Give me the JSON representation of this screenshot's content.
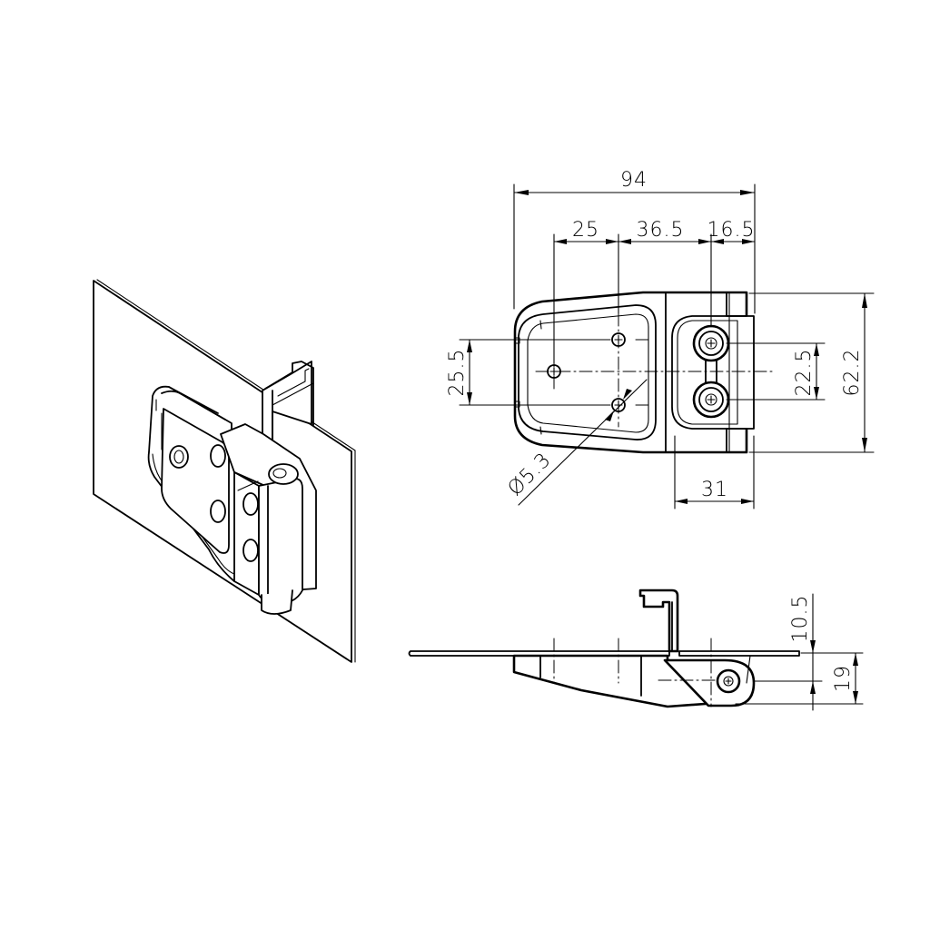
{
  "drawing": {
    "subject": "Hinge assembly technical drawing",
    "views": [
      "isometric",
      "top-view",
      "side-view"
    ],
    "line_color": "#000000",
    "background": "#ffffff"
  },
  "top_view": {
    "dimensions": {
      "overall_width": "94",
      "hole_spacing_1": "25",
      "hole_spacing_2": "36.5",
      "hinge_offset": "16.5",
      "vertical_hole_spacing": "25.5",
      "hinge_hole_spacing": "22.5",
      "overall_height": "62.2",
      "hinge_width": "31",
      "hole_diameter": "Ø5.3"
    }
  },
  "side_view": {
    "dimensions": {
      "flange_height": "10.5",
      "pivot_height": "19"
    }
  }
}
